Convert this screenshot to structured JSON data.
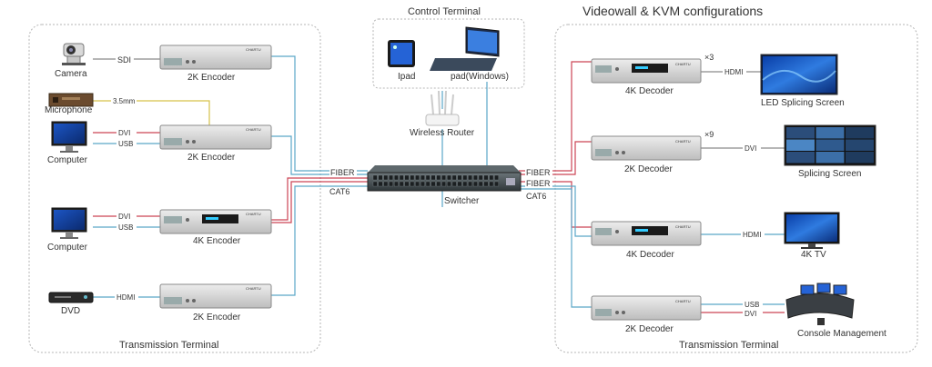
{
  "page_title": "Videowall & KVM configurations",
  "control_terminal": {
    "title": "Control Terminal",
    "ipad_label": "Ipad",
    "pad_label": "pad(Windows)",
    "router_label": "Wireless Router"
  },
  "switcher": {
    "label": "Switcher",
    "left_fiber": "FIBER",
    "left_cat6": "CAT6",
    "right_fiber_1": "FIBER",
    "right_fiber_2": "FIBER",
    "right_cat6": "CAT6"
  },
  "left_panel": {
    "footer": "Transmission Terminal",
    "devices": {
      "camera": "Camera",
      "microphone": "Microphone",
      "computer_1": "Computer",
      "computer_2": "Computer",
      "dvd": "DVD"
    },
    "links": {
      "camera": "SDI",
      "microphone": "3.5mm",
      "computer_1_video": "DVI",
      "computer_1_usb": "USB",
      "computer_2_video": "DVI",
      "computer_2_usb": "USB",
      "dvd": "HDMI"
    },
    "encoders": [
      "2K Encoder",
      "2K Encoder",
      "4K Encoder",
      "2K Encoder"
    ],
    "brand": "CHARTU"
  },
  "right_panel": {
    "footer": "Transmission Terminal",
    "decoders": [
      "4K Decoder",
      "2K  Decoder",
      "4K Decoder",
      "2K Decoder"
    ],
    "multipliers": [
      "×3",
      "×9"
    ],
    "displays": {
      "led": "LED Splicing Screen",
      "splicing": "Splicing Screen",
      "tv": "4K TV",
      "console": "Console Management"
    },
    "links": {
      "led": "HDMI",
      "splicing": "DVI",
      "tv": "HDMI",
      "console_usb": "USB",
      "console_dvi": "DVI"
    }
  },
  "colors": {
    "fiber_red": "#cc4455",
    "cat6_blue": "#5aa7c8",
    "audio_yellow": "#d6c24a",
    "grey_link": "#8a8a8a",
    "panel_border": "#b5b5b5"
  }
}
